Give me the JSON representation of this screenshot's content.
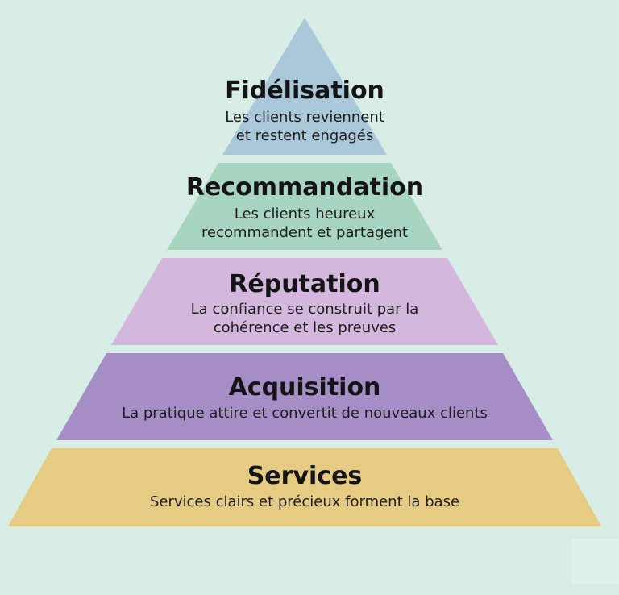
{
  "background_color": "#d7ede6",
  "tiers": [
    {
      "title": "Fidélisation",
      "description": [
        "Les clients reviennent",
        "et restent engagés"
      ],
      "color": "#a9c8da"
    },
    {
      "title": "Recommandation",
      "description": [
        "Les clients heureux",
        "recommandent et partagent"
      ],
      "color": "#a8d5bf"
    },
    {
      "title": "Réputation",
      "description": [
        "La confiance se construit par la",
        "cohérence et les preuves"
      ],
      "color": "#d3b7dc"
    },
    {
      "title": "Acquisition",
      "description": [
        "La pratique attire et convertit de nouveaux clients"
      ],
      "color": "#a58ec6"
    },
    {
      "title": "Services",
      "description": [
        "Services clairs et précieux forment la base"
      ],
      "color": "#e6cb83"
    }
  ]
}
